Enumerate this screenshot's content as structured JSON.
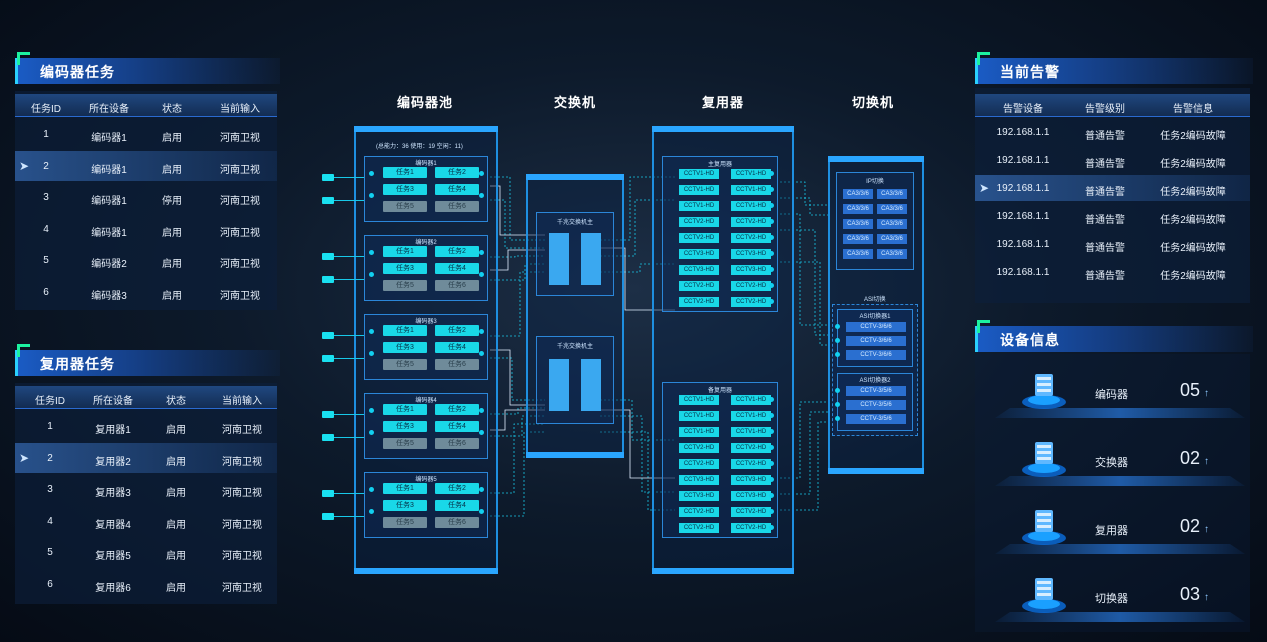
{
  "encoder_panel": {
    "title": "编码器任务",
    "columns": [
      "任务ID",
      "所在设备",
      "状态",
      "当前输入"
    ],
    "rows": [
      {
        "id": "1",
        "device": "编码器1",
        "status": "启用",
        "input": "河南卫视"
      },
      {
        "id": "2",
        "device": "编码器1",
        "status": "启用",
        "input": "河南卫视"
      },
      {
        "id": "3",
        "device": "编码器1",
        "status": "停用",
        "input": "河南卫视"
      },
      {
        "id": "4",
        "device": "编码器1",
        "status": "启用",
        "input": "河南卫视"
      },
      {
        "id": "5",
        "device": "编码器2",
        "status": "启用",
        "input": "河南卫视"
      },
      {
        "id": "6",
        "device": "编码器3",
        "status": "启用",
        "input": "河南卫视"
      }
    ]
  },
  "mux_panel": {
    "title": "复用器任务",
    "columns": [
      "任务ID",
      "所在设备",
      "状态",
      "当前输入"
    ],
    "rows": [
      {
        "id": "1",
        "device": "复用器1",
        "status": "启用",
        "input": "河南卫视"
      },
      {
        "id": "2",
        "device": "复用器2",
        "status": "启用",
        "input": "河南卫视"
      },
      {
        "id": "3",
        "device": "复用器3",
        "status": "启用",
        "input": "河南卫视"
      },
      {
        "id": "4",
        "device": "复用器4",
        "status": "启用",
        "input": "河南卫视"
      },
      {
        "id": "5",
        "device": "复用器5",
        "status": "启用",
        "input": "河南卫视"
      },
      {
        "id": "6",
        "device": "复用器6",
        "status": "启用",
        "input": "河南卫视"
      }
    ]
  },
  "alarm_panel": {
    "title": "当前告警",
    "columns": [
      "告警设备",
      "告警级别",
      "告警信息"
    ],
    "rows": [
      {
        "device": "192.168.1.1",
        "level": "普通告警",
        "info": "任务2编码故障"
      },
      {
        "device": "192.168.1.1",
        "level": "普通告警",
        "info": "任务2编码故障"
      },
      {
        "device": "192.168.1.1",
        "level": "普通告警",
        "info": "任务2编码故障"
      },
      {
        "device": "192.168.1.1",
        "level": "普通告警",
        "info": "任务2编码故障"
      },
      {
        "device": "192.168.1.1",
        "level": "普通告警",
        "info": "任务2编码故障"
      },
      {
        "device": "192.168.1.1",
        "level": "普通告警",
        "info": "任务2编码故障"
      }
    ]
  },
  "device_panel": {
    "title": "设备信息",
    "items": [
      {
        "name": "编码器",
        "count": "05",
        "trend": "↑"
      },
      {
        "name": "交换器",
        "count": "02",
        "trend": "↑"
      },
      {
        "name": "复用器",
        "count": "02",
        "trend": "↑"
      },
      {
        "name": "切换器",
        "count": "03",
        "trend": "↑"
      }
    ]
  },
  "diagram": {
    "titles": [
      "编码器池",
      "交换机",
      "复用器",
      "切换机"
    ],
    "pool_caption": "(总能力：36 使用：19 空闲：11)",
    "encoders": [
      {
        "label": "编码器1",
        "tasks": [
          "任务1",
          "任务2",
          "任务3",
          "任务4",
          "任务5",
          "任务6"
        ]
      },
      {
        "label": "编码器2",
        "tasks": [
          "任务1",
          "任务2",
          "任务3",
          "任务4",
          "任务5",
          "任务6"
        ]
      },
      {
        "label": "编码器3",
        "tasks": [
          "任务1",
          "任务2",
          "任务3",
          "任务4",
          "任务5",
          "任务6"
        ]
      },
      {
        "label": "编码器4",
        "tasks": [
          "任务1",
          "任务2",
          "任务3",
          "任务4",
          "任务5",
          "任务6"
        ]
      },
      {
        "label": "编码器5",
        "tasks": [
          "任务1",
          "任务2",
          "任务3",
          "任务4",
          "任务5",
          "任务6"
        ]
      }
    ],
    "switches": [
      "千兆交换机主",
      "千兆交换机主"
    ],
    "main_mux_label": "主复用器",
    "backup_mux_label": "备复用器",
    "mux_channels": [
      "CCTV1-HD",
      "CCTV1-HD",
      "CCTV1-HD",
      "CCTV1-HD",
      "CCTV1-HD",
      "CCTV1-HD",
      "CCTV2-HD",
      "CCTV2-HD",
      "CCTV2-HD",
      "CCTV2-HD",
      "CCTV3-HD",
      "CCTV3-HD",
      "CCTV3-HD",
      "CCTV3-HD",
      "CCTV2-HD",
      "CCTV2-HD",
      "CCTV2-HD",
      "CCTV2-HD"
    ],
    "ip_switch_label": "IP切换",
    "ip_channels": [
      "CA3/3/6",
      "CA3/3/6",
      "CA3/3/6",
      "CA3/3/6",
      "CA3/3/6",
      "CA3/3/6",
      "CA3/3/6",
      "CA3/3/6",
      "CA3/3/6",
      "CA3/3/6"
    ],
    "asi_label": "ASI切换",
    "asi_switch1_label": "ASI切换器1",
    "asi_switch1_channels": [
      "CCTV-3/6/6",
      "CCTV-3/6/6",
      "CCTV-3/6/6"
    ],
    "asi_switch2_label": "ASI切换器2",
    "asi_switch2_channels": [
      "CCTV-3/5/6",
      "CCTV-3/5/6",
      "CCTV-3/5/6"
    ]
  }
}
